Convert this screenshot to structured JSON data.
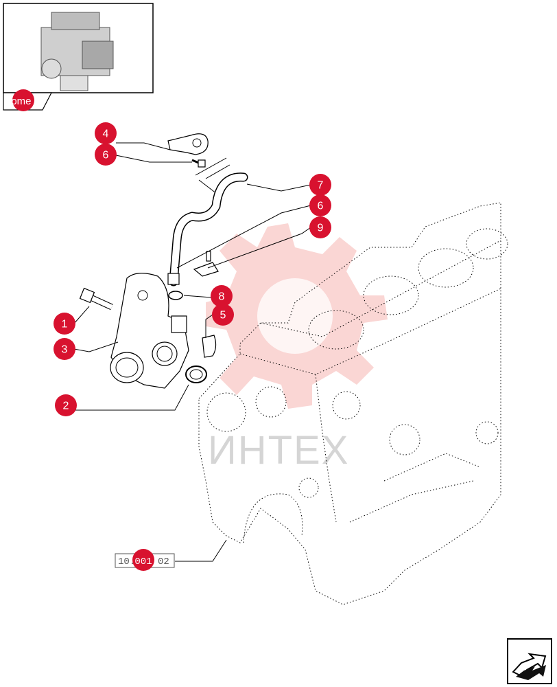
{
  "thumbnail": {
    "home_label": "home"
  },
  "watermark": {
    "text": "ИНТЕХ"
  },
  "reference": {
    "prefix": "10.",
    "code": "001",
    "suffix": "02"
  },
  "callouts": [
    {
      "id": "c4",
      "label": "4"
    },
    {
      "id": "c6a",
      "label": "6"
    },
    {
      "id": "c7",
      "label": "7"
    },
    {
      "id": "c6b",
      "label": "6"
    },
    {
      "id": "c9",
      "label": "9"
    },
    {
      "id": "c8",
      "label": "8"
    },
    {
      "id": "c5",
      "label": "5"
    },
    {
      "id": "c1",
      "label": "1"
    },
    {
      "id": "c3",
      "label": "3"
    },
    {
      "id": "c2",
      "label": "2"
    }
  ],
  "colors": {
    "callout": "#d8122f",
    "watermark": "#e8463c"
  },
  "icons": {
    "next_page": "arrow-next-icon"
  }
}
